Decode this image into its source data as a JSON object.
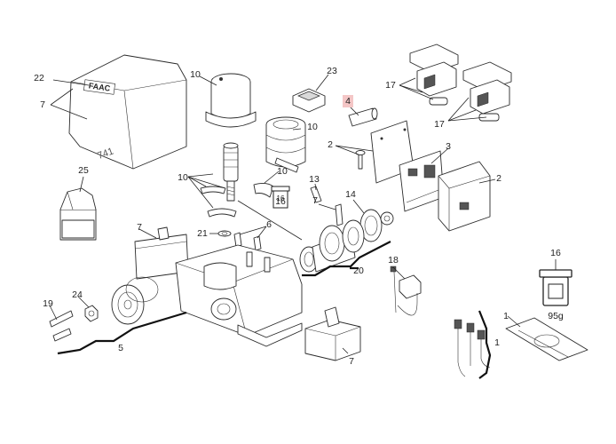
{
  "diagram": {
    "callouts": [
      {
        "id": "c-22",
        "text": "22"
      },
      {
        "id": "c-7a",
        "text": "7"
      },
      {
        "id": "c-10a",
        "text": "10"
      },
      {
        "id": "c-23",
        "text": "23"
      },
      {
        "id": "c-4",
        "text": "4",
        "highlight": "#f4c6c6"
      },
      {
        "id": "c-17a",
        "text": "17"
      },
      {
        "id": "c-17b",
        "text": "17"
      },
      {
        "id": "c-10b",
        "text": "10"
      },
      {
        "id": "c-2a",
        "text": "2"
      },
      {
        "id": "c-3",
        "text": "3"
      },
      {
        "id": "c-25",
        "text": "25"
      },
      {
        "id": "c-10c",
        "text": "10"
      },
      {
        "id": "c-10d",
        "text": "10"
      },
      {
        "id": "c-13",
        "text": "13"
      },
      {
        "id": "c-14",
        "text": "14"
      },
      {
        "id": "c-2b",
        "text": "2"
      },
      {
        "id": "c-16a",
        "text": "16"
      },
      {
        "id": "c-7b",
        "text": "7"
      },
      {
        "id": "c-7c",
        "text": "7"
      },
      {
        "id": "c-21",
        "text": "21"
      },
      {
        "id": "c-6",
        "text": "6"
      },
      {
        "id": "c-20",
        "text": "20"
      },
      {
        "id": "c-18",
        "text": "18"
      },
      {
        "id": "c-16b",
        "text": "16"
      },
      {
        "id": "c-19",
        "text": "19"
      },
      {
        "id": "c-24",
        "text": "24"
      },
      {
        "id": "c-5",
        "text": "5"
      },
      {
        "id": "c-1a",
        "text": "1"
      },
      {
        "id": "c-1b",
        "text": "1"
      },
      {
        "id": "c-7d",
        "text": "7"
      },
      {
        "id": "c-95g",
        "text": "95g"
      }
    ],
    "cover_logo_text": "FAAC",
    "cover_model_text": "741",
    "grease_jar_text": "16"
  }
}
